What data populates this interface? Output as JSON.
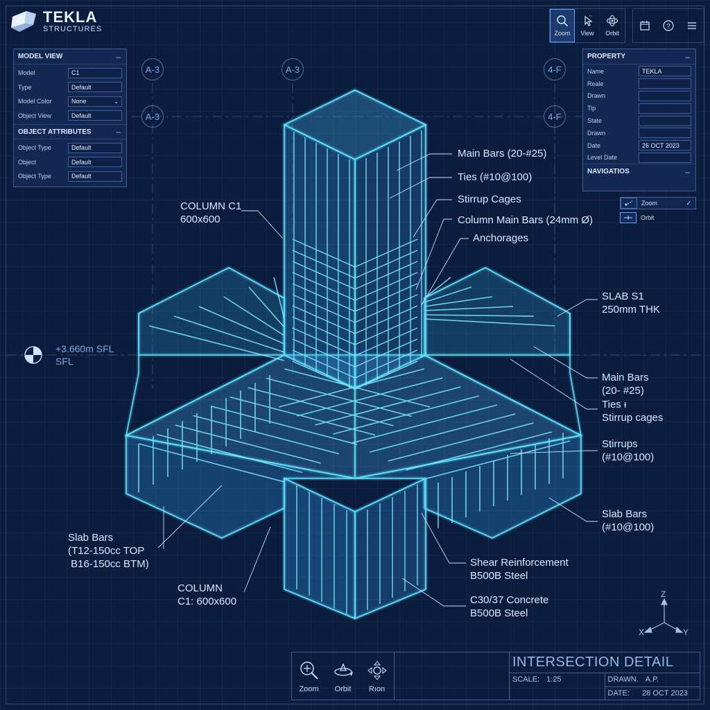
{
  "app": {
    "title": "TEKLA",
    "subtitle": "STRUCTURES",
    "brand_color": "#6cc8ff"
  },
  "toolbar": {
    "nav": [
      {
        "label": "Zoom",
        "icon": "zoom-icon",
        "active": true
      },
      {
        "label": "View",
        "icon": "view-icon",
        "active": false
      },
      {
        "label": "Orbit",
        "icon": "orbit-icon",
        "active": false
      }
    ],
    "utils": [
      {
        "icon": "calendar-icon"
      },
      {
        "icon": "help-icon"
      },
      {
        "icon": "menu-icon"
      }
    ]
  },
  "left_panel": {
    "model_view": {
      "title": "MODEL VIEW",
      "rows": [
        {
          "label": "Model",
          "value": "C1"
        },
        {
          "label": "Type",
          "value": "Default"
        },
        {
          "label": "Model Color",
          "value": "None",
          "dropdown": true
        },
        {
          "label": "Object View",
          "value": "Default"
        }
      ]
    },
    "object_attributes": {
      "title": "OBJECT ATTRIBUTES",
      "rows": [
        {
          "label": "Object Type",
          "value": "Default"
        },
        {
          "label": "Object",
          "value": "Default"
        },
        {
          "label": "Object Type",
          "value": "Default"
        }
      ]
    }
  },
  "right_panel": {
    "property": {
      "title": "PROPERTY",
      "rows": [
        {
          "label": "Name",
          "value": "TEKLA"
        },
        {
          "label": "Reale",
          "value": ""
        },
        {
          "label": "Drawn",
          "value": ""
        },
        {
          "label": "Tip",
          "value": ""
        },
        {
          "label": "State",
          "value": ""
        },
        {
          "label": "Drawn",
          "value": ""
        },
        {
          "label": "Date",
          "value": "26 OCT 2023"
        },
        {
          "label": "Level Date",
          "value": ""
        }
      ]
    },
    "navigation": {
      "title": "NAVIGATIOS",
      "items": [
        {
          "label": "Zoom",
          "checked": true
        },
        {
          "label": "Orbit",
          "checked": false
        }
      ]
    }
  },
  "grid_bubbles": [
    "A-3",
    "A-3",
    "4-F",
    "A-3",
    "4-F"
  ],
  "level_marker": {
    "line1": "+3.660m SFL",
    "line2": "SFL"
  },
  "callouts": {
    "main_bars_top": "Main Bars (20-#25)",
    "ties_top": "Ties (#10@100)",
    "stirrup_cages": "Stirrup Cages",
    "column_main_bars": "Column Main Bars (24mm Ø)",
    "anchorages": "Anchorages",
    "column_c1_l1": "COLUMN C1",
    "column_c1_l2": "600x600",
    "slab_s1_l1": "SLAB S1",
    "slab_s1_l2": "250mm THK",
    "main_bars_r_l1": "Main Bars",
    "main_bars_r_l2": "(20- #25)",
    "ties_r_l1": "Ties ᵻ",
    "ties_r_l2": "Stirrup cages",
    "stirrups_l1": "Stirrups",
    "stirrups_l2": "(#10@100)",
    "slab_bars_r_l1": "Slab Bars",
    "slab_bars_r_l2": "(#10@100)",
    "slab_bars_l_l1": "Slab Bars",
    "slab_bars_l_l2": "(T12-150cc TOP",
    "slab_bars_l_l3": " B16-150cc BTM)",
    "column_bottom_l1": "COLUMN",
    "column_bottom_l2": "C1: 600x600",
    "shear_l1": "Shear Reinforcement",
    "shear_l2": "B500B Steel",
    "concrete_l1": "C30/37 Concrete",
    "concrete_l2": "B500B Steel"
  },
  "axes": {
    "z": "Z",
    "x": "X",
    "y": "Y"
  },
  "title_block": {
    "tools": [
      {
        "label": "Zoom",
        "icon": "zoom-plus-icon"
      },
      {
        "label": "Orbit",
        "icon": "orbit-icon"
      },
      {
        "label": "Rıon",
        "icon": "pan-icon"
      }
    ],
    "title": "INTERSECTION DETAIL",
    "scale_label": "SCALE:",
    "scale_value": "1:25",
    "date_label": "DATE:",
    "date_value": "28 OCT 2023",
    "drawn_label": "DRAWN.",
    "drawn_value": "A.P."
  },
  "colors": {
    "background": "#0b1c3d",
    "wireframe": "#4fe0ff",
    "panel": "#142c58",
    "accent": "#5aa0ff"
  }
}
